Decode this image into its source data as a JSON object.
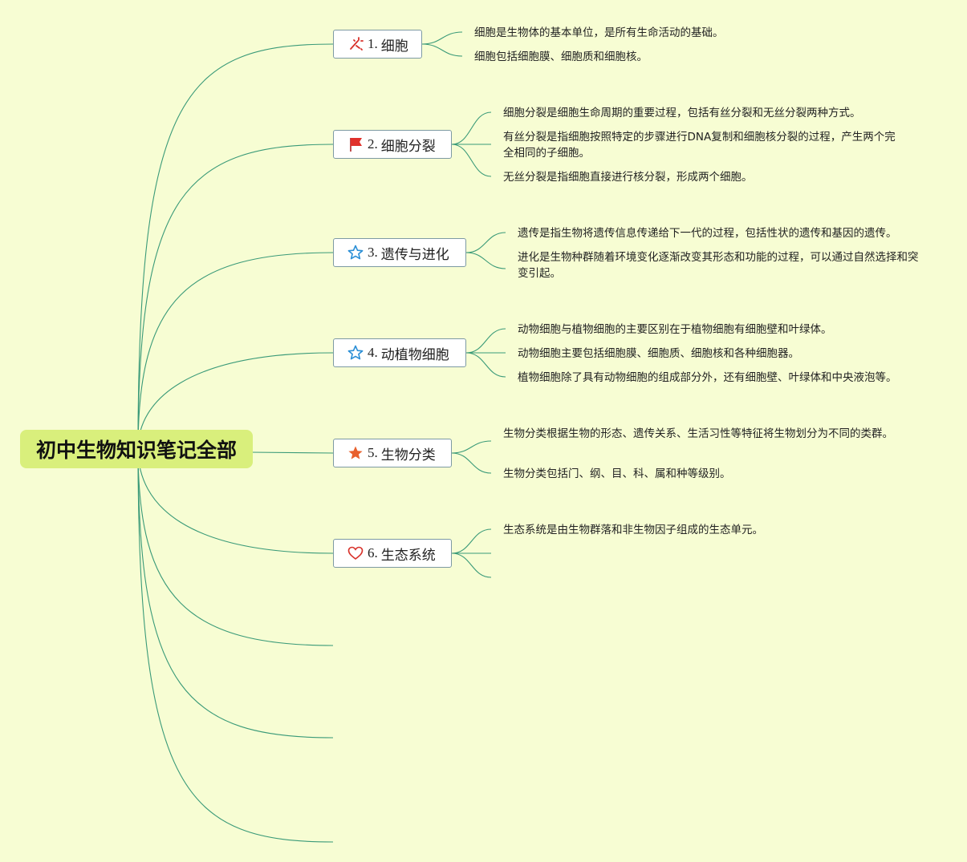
{
  "root": {
    "title": "初中生物知识笔记全部"
  },
  "branches": [
    {
      "num": "1.",
      "label": "细胞",
      "icon": "sparkle-icon",
      "leaves": [
        "细胞是生物体的基本单位，是所有生命活动的基础。",
        "细胞包括细胞膜、细胞质和细胞核。"
      ]
    },
    {
      "num": "2.",
      "label": "细胞分裂",
      "icon": "flag-icon",
      "leaves": [
        "细胞分裂是细胞生命周期的重要过程，包括有丝分裂和无丝分裂两种方式。",
        "有丝分裂是指细胞按照特定的步骤进行DNA复制和细胞核分裂的过程，产生两个完全相同的子细胞。",
        "无丝分裂是指细胞直接进行核分裂，形成两个细胞。"
      ]
    },
    {
      "num": "3.",
      "label": "遗传与进化",
      "icon": "star-outline-icon",
      "leaves": [
        "遗传是指生物将遗传信息传递给下一代的过程，包括性状的遗传和基因的遗传。",
        "进化是生物种群随着环境变化逐渐改变其形态和功能的过程，可以通过自然选择和突变引起。"
      ]
    },
    {
      "num": "4.",
      "label": "动植物细胞",
      "icon": "star-outline-icon",
      "leaves": [
        "动物细胞与植物细胞的主要区别在于植物细胞有细胞壁和叶绿体。",
        "动物细胞主要包括细胞膜、细胞质、细胞核和各种细胞器。",
        "植物细胞除了具有动物细胞的组成部分外，还有细胞壁、叶绿体和中央液泡等。"
      ]
    },
    {
      "num": "5.",
      "label": "生物分类",
      "icon": "star-filled-icon",
      "leaves": [
        "生物分类根据生物的形态、遗传关系、生活习性等特征将生物划分为不同的类群。",
        "生物分类包括门、纲、目、科、属和种等级别。"
      ]
    },
    {
      "num": "6.",
      "label": "生态系统",
      "icon": "heart-icon",
      "leaves": [
        "生态系统是由生物群落和非生物因子组成的生态单元。",
        "",
        ""
      ]
    }
  ],
  "colors": {
    "background": "#f7fdd3",
    "root_fill": "#d9ef7c",
    "connector": "#3a9a78",
    "node_border": "#7d9aa3",
    "sparkle": "#d8312a",
    "flag": "#e0302a",
    "star_outline": "#2b8fd6",
    "star_filled": "#e8602c",
    "heart": "#d8312a"
  }
}
